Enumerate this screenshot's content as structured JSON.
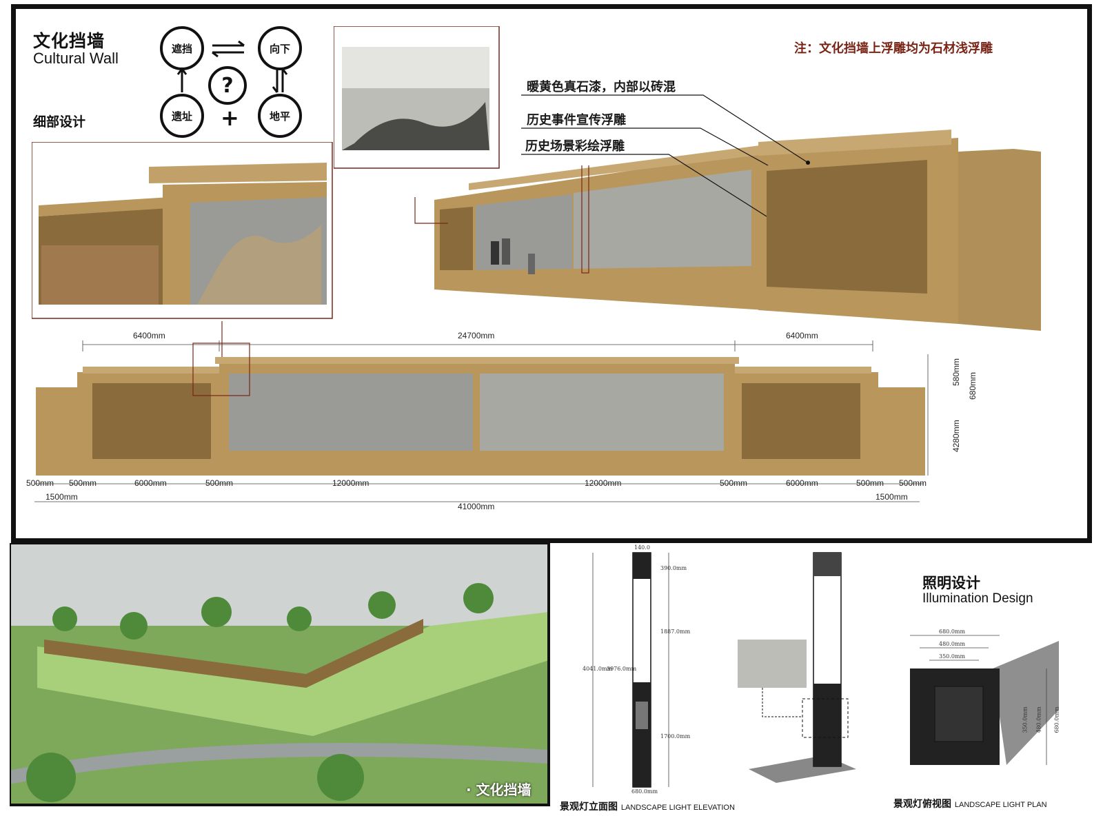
{
  "header": {
    "title_cn": "文化挡墙",
    "title_en": "Cultural Wall",
    "subtitle_cn": "细部设计",
    "note": "注：文化挡墙上浮雕均为石材浅浮雕"
  },
  "concept": {
    "nodes": [
      "遮挡",
      "向下",
      "遗址",
      "地平"
    ],
    "question": "?",
    "plus": "+"
  },
  "callouts": [
    "暖黄色真石漆，内部以砖混",
    "历史事件宣传浮雕",
    "历史场景彩绘浮雕"
  ],
  "elevation": {
    "top_dims": [
      "6400mm",
      "24700mm",
      "6400mm"
    ],
    "bottom_dims": [
      "500mm",
      "500mm",
      "6000mm",
      "500mm",
      "12000mm",
      "12000mm",
      "500mm",
      "6000mm",
      "500mm",
      "500mm"
    ],
    "side_dims": [
      "1500mm",
      "1500mm"
    ],
    "total_dim": "41000mm",
    "height_dims": [
      "580mm",
      "680mm",
      "4280mm"
    ]
  },
  "render": {
    "tag": "· 文化挡墙"
  },
  "light_elevation": {
    "dims": [
      "140.0",
      "390.0mm",
      "1887.0mm",
      "4041.0mm",
      "3976.0mm",
      "1700.0mm",
      "680.0mm"
    ],
    "caption_cn": "景观灯立面图",
    "caption_en": "LANDSCAPE LIGHT ELEVATION"
  },
  "illumination": {
    "title_cn": "照明设计",
    "title_en": "Illumination Design"
  },
  "light_plan": {
    "dims": [
      "680.0mm",
      "480.0mm",
      "350.0mm",
      "350.0mm",
      "480.0mm",
      "680.0mm"
    ],
    "caption_cn": "景观灯俯视图",
    "caption_en": "LANDSCAPE LIGHT PLAN"
  },
  "colors": {
    "wall": "#b9965c",
    "wall_dark": "#8a6b3c",
    "relief": "#a07a4e",
    "photo_gray": "#9a9a96",
    "frame_red": "#7a2416",
    "grass": "#7ea85a",
    "tree": "#4f8a3a"
  }
}
